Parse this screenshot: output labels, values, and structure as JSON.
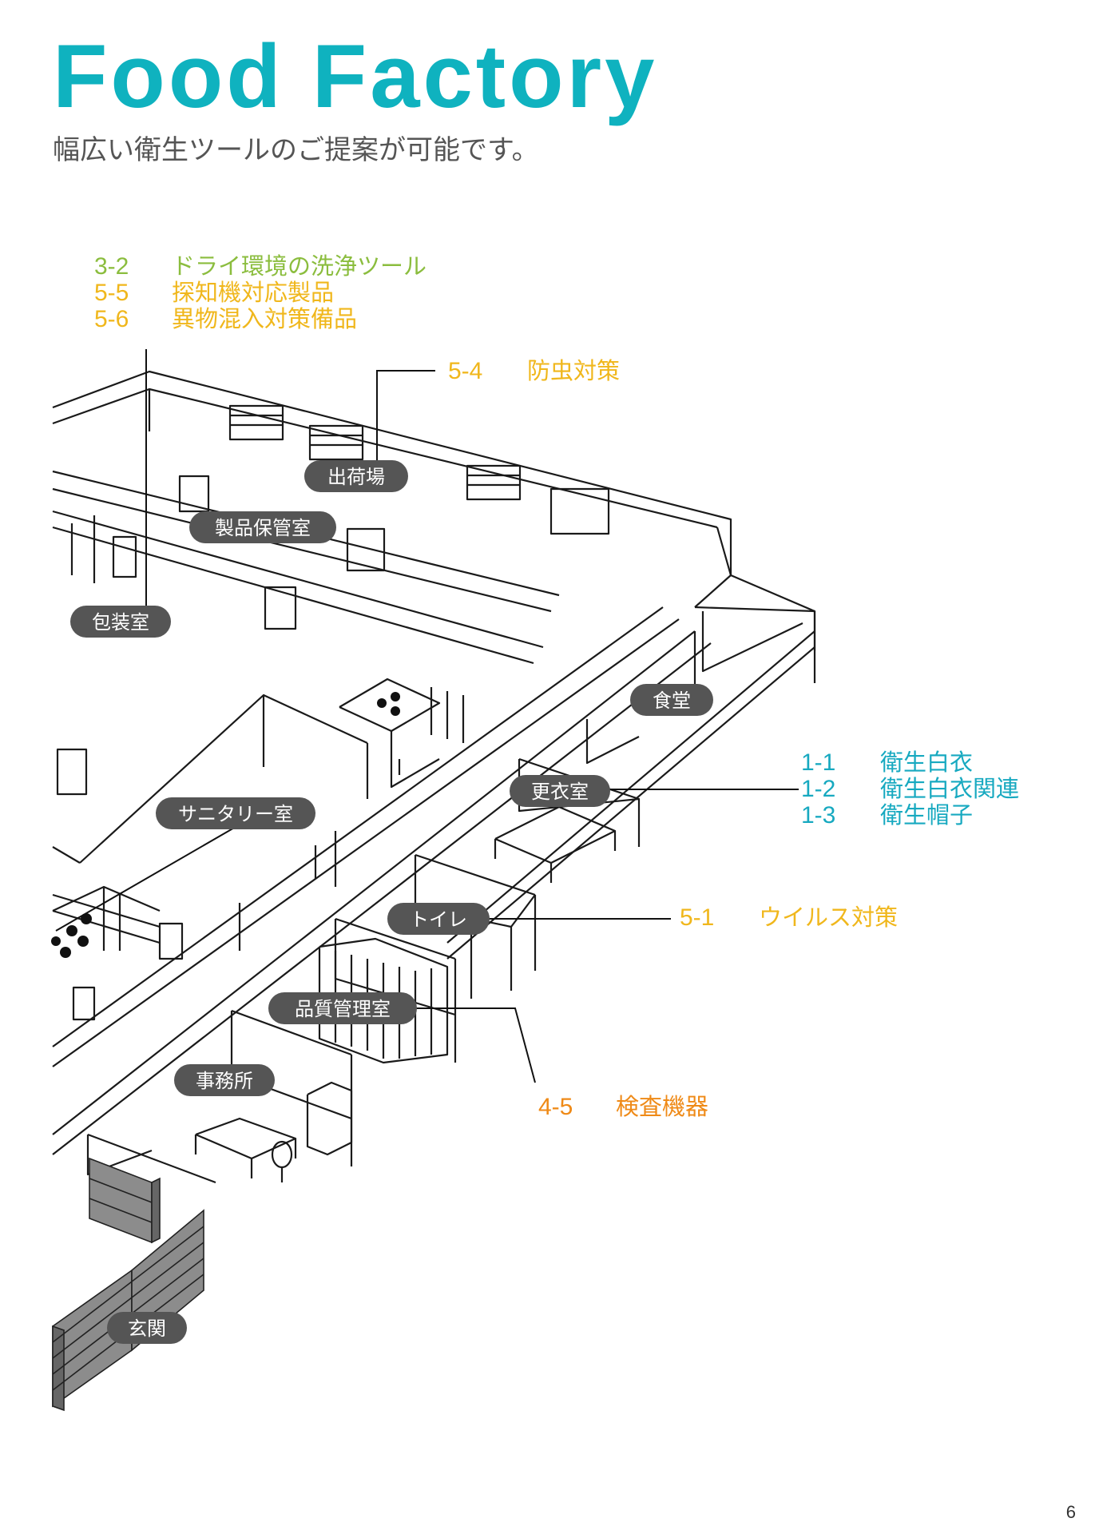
{
  "header": {
    "title": "Food  Factory",
    "subtitle": "幅広い衛生ツールのご提案が可能です。"
  },
  "colors": {
    "title": "#0fb2bf",
    "green": "#8bbd3e",
    "yellow": "#f0b71c",
    "teal": "#17a9c0",
    "orange": "#ef8a17",
    "room_label_bg": "#555555"
  },
  "rooms": {
    "shipping": "出荷場",
    "product_storage": "製品保管室",
    "packing": "包装室",
    "cafeteria": "食堂",
    "changing_room": "更衣室",
    "sanitary_room": "サニタリー室",
    "toilet": "トイレ",
    "qc_room": "品質管理室",
    "office": "事務所",
    "entrance": "玄関"
  },
  "callouts": {
    "packing": [
      {
        "code": "3-2",
        "text": "ドライ環境の洗浄ツール",
        "color": "#8bbd3e"
      },
      {
        "code": "5-5",
        "text": "探知機対応製品",
        "color": "#f0b71c"
      },
      {
        "code": "5-6",
        "text": "異物混入対策備品",
        "color": "#f0b71c"
      }
    ],
    "shipping": [
      {
        "code": "5-4",
        "text": "防虫対策",
        "color": "#f0b71c"
      }
    ],
    "changing": [
      {
        "code": "1-1",
        "text": "衛生白衣",
        "color": "#17a9c0"
      },
      {
        "code": "1-2",
        "text": "衛生白衣関連",
        "color": "#17a9c0"
      },
      {
        "code": "1-3",
        "text": "衛生帽子",
        "color": "#17a9c0"
      }
    ],
    "toilet": [
      {
        "code": "5-1",
        "text": "ウイルス対策",
        "color": "#f0b71c"
      }
    ],
    "qc": [
      {
        "code": "4-5",
        "text": "検査機器",
        "color": "#ef8a17"
      }
    ]
  },
  "page_number": "6"
}
